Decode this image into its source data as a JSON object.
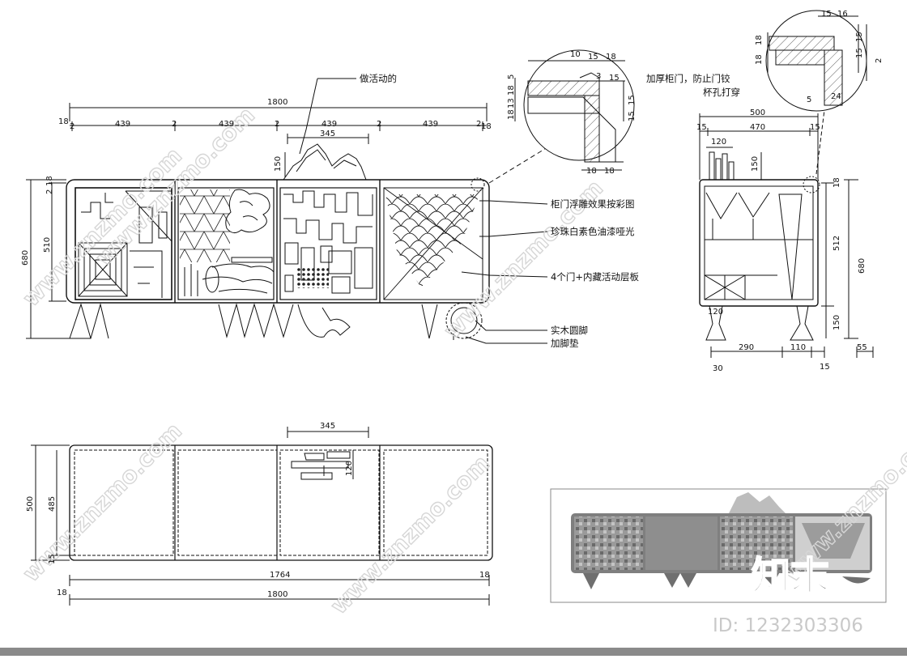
{
  "front_view": {
    "total_width": "1800",
    "segments": [
      "18",
      "2",
      "439",
      "2",
      "439",
      "2",
      "439",
      "2",
      "439",
      "2",
      "18"
    ],
    "center_piece_width": "345",
    "center_piece_height": "150",
    "height_total": "680",
    "height_body": "510",
    "top_offsets": [
      "18",
      "2"
    ],
    "notes": {
      "movable": "做活动的",
      "carving": "柜门浮雕效果按彩图",
      "paint": "珍珠白素色油漆哑光",
      "doors": "4个门+内藏活动层板",
      "legs": "实木圆脚",
      "pad": "加脚垫"
    }
  },
  "detail_left": {
    "dims": [
      "10",
      "15",
      "18",
      "5",
      "18",
      "13",
      "18",
      "3",
      "15",
      "15",
      "15",
      "18",
      "18"
    ],
    "note_line1": "加厚柜门，防止门铰",
    "note_line2": "杯孔打穿"
  },
  "detail_right": {
    "dims": [
      "15",
      "16",
      "18",
      "18",
      "15",
      "15",
      "2",
      "5",
      "24"
    ]
  },
  "side_view": {
    "width": "500",
    "inner": "470",
    "side_margins": [
      "15",
      "15"
    ],
    "top_item_width": "120",
    "top_item_height": "150",
    "height_total": "680",
    "height_body": "512",
    "top_thk": "18",
    "leg_height": "150",
    "bottom_width": "120",
    "leg_dims": [
      "290",
      "110"
    ],
    "extra": [
      "30",
      "15",
      "55"
    ]
  },
  "plan_view": {
    "center_piece_width": "345",
    "center_piece_depth": "120",
    "depth_total": "500",
    "depth_inner": "485",
    "depth_offset": "15",
    "inner_width": "1764",
    "offset_right": "18",
    "offset_left": "18",
    "total_width": "1800"
  },
  "watermark": {
    "brand_text": "www.znzmo.com",
    "logo_text": "知末",
    "id_text": "ID: 1232303306"
  }
}
